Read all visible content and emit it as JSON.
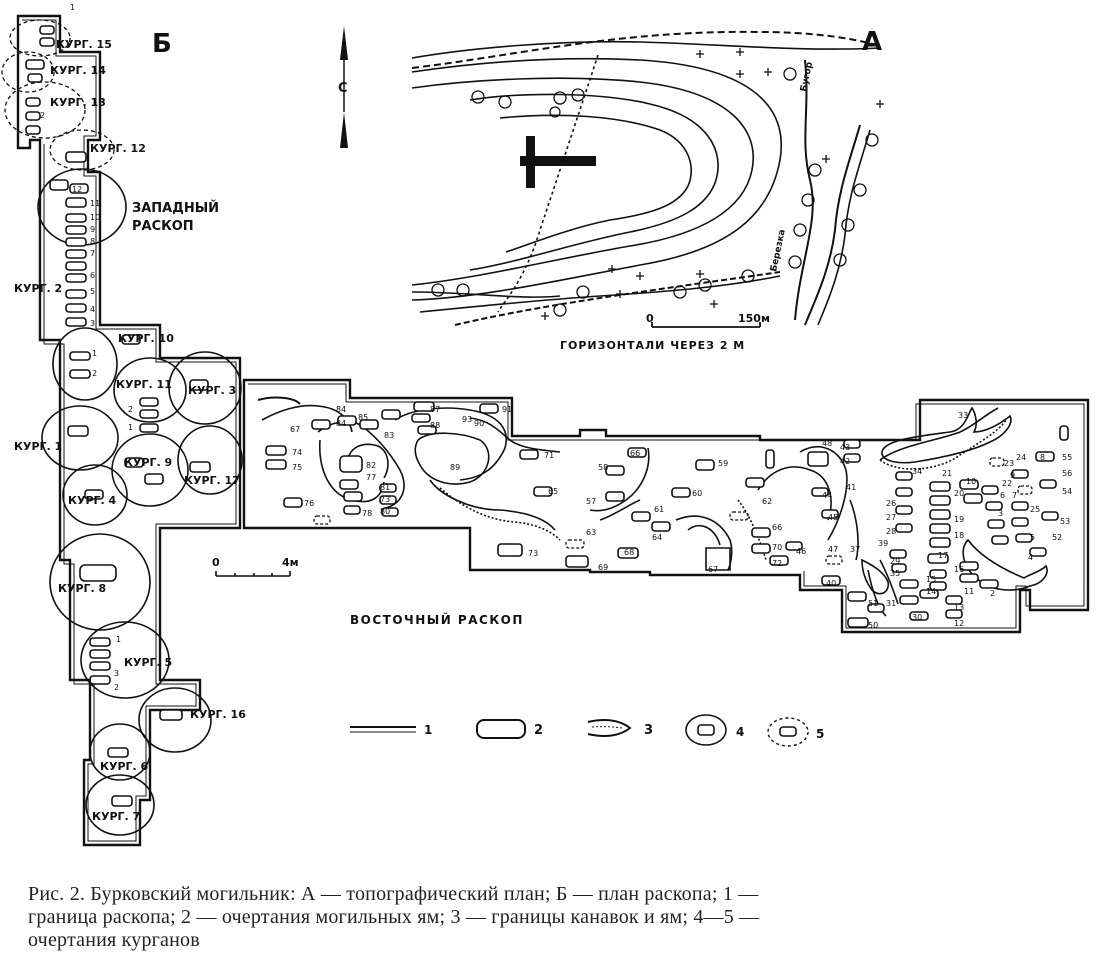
{
  "panel_b": {
    "letter": "Б",
    "west_label_1": "ЗАПАДНЫЙ",
    "west_label_2": "РАСКОП",
    "east_label": "ВОСТОЧНЫЙ РАСКОП",
    "scale_start": "0",
    "scale_end": "4м",
    "north_letter": "С",
    "kurgans": [
      "КУРГ. 15",
      "КУРГ. 14",
      "КУРГ. 13",
      "КУРГ. 12",
      "КУРГ. 2",
      "КУРГ. 10",
      "КУРГ. 11",
      "КУРГ. 3",
      "КУРГ. 1",
      "КУРГ. 9",
      "КУРГ. 17",
      "КУРГ. 4",
      "КУРГ. 8",
      "КУРГ. 5",
      "КУРГ. 16",
      "КУРГ. 6",
      "КУРГ. 7"
    ]
  },
  "panel_a": {
    "letter": "А",
    "scale_start": "0",
    "scale_end": "150м",
    "contour_note": "ГОРИЗОНТАЛИ ЧЕРЕЗ 2 М",
    "river_1": "Бугор",
    "river_2": "Березка"
  },
  "legend": [
    {
      "symbol": "excavation-boundary",
      "label": "1"
    },
    {
      "symbol": "grave-pit",
      "label": "2"
    },
    {
      "symbol": "ditch-boundary",
      "label": "3"
    },
    {
      "symbol": "kurgan-outline",
      "label": "4"
    },
    {
      "symbol": "kurgan-outline-dashed",
      "label": "5"
    }
  ],
  "caption": {
    "line1": "Рис. 2. Бурковский могильник: А — топографический план; Б — план раскопа; 1 —",
    "line2": "граница раскопа; 2 — очертания могильных ям;  3 — границы канавок и ям;  4—5 —",
    "line3": "очертания курганов"
  }
}
